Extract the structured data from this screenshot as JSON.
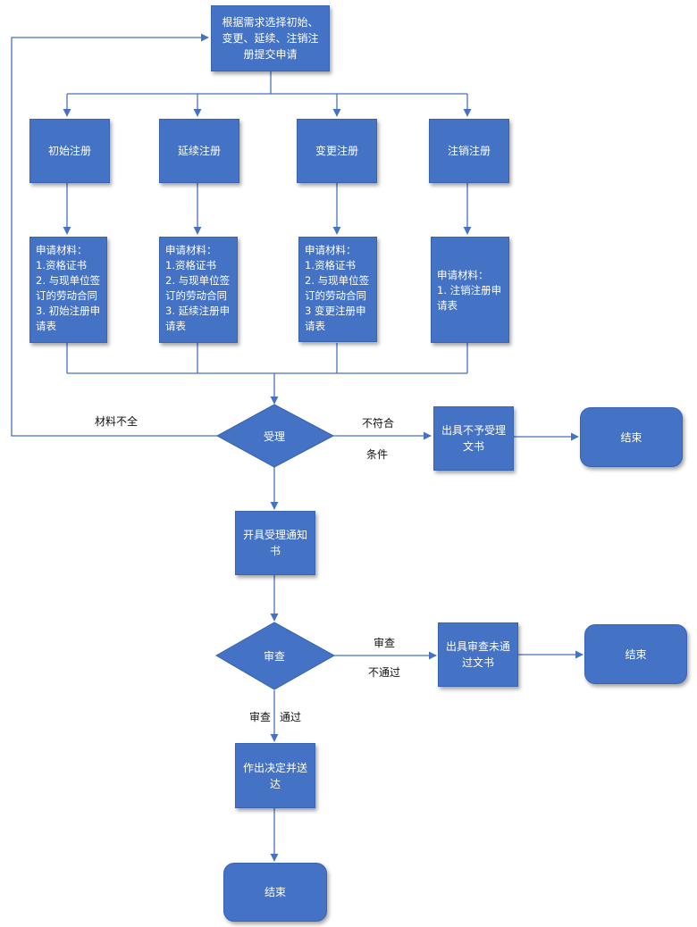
{
  "top_box": "根据需求选择初始、变更、延续、注销注册提交申请",
  "types": [
    "初始注册",
    "延续注册",
    "变更注册",
    "注销注册"
  ],
  "materials": [
    [
      "申请材料：",
      "1.资格证书",
      "2. 与现单位签",
      "订的劳动合同",
      "3. 初始注册申",
      "请表"
    ],
    [
      "申请材料：",
      "1.资格证书",
      "2. 与现单位签",
      "订的劳动合同",
      "3. 延续注册申",
      "请表"
    ],
    [
      "申请材料：",
      "1.资格证书",
      "2. 与现单位签",
      "订的劳动合同",
      "3 变更注册申",
      "请表"
    ],
    [
      "申请材料：",
      "1. 注销注册申",
      "请表"
    ]
  ],
  "accept_diamond": "受理",
  "incomplete_label": "材料不全",
  "not_meet_label_1": "不符合",
  "not_meet_label_2": "条件",
  "reject_box": "出具不予受理\n文书",
  "end_1": "结束",
  "notice_box": "开具受理通知\n书",
  "review_diamond": "审查",
  "review_fail_label_1": "审查",
  "review_fail_label_2": "不通过",
  "review_fail_box": "出具审查未通\n过文书",
  "end_2": "结束",
  "review_pass_label_1": "审查",
  "review_pass_label_2": "通过",
  "decision_box": "作出决定并送\n达",
  "end_3": "结束",
  "colors": {
    "fill": "#4472c4",
    "line": "#4472c4"
  }
}
